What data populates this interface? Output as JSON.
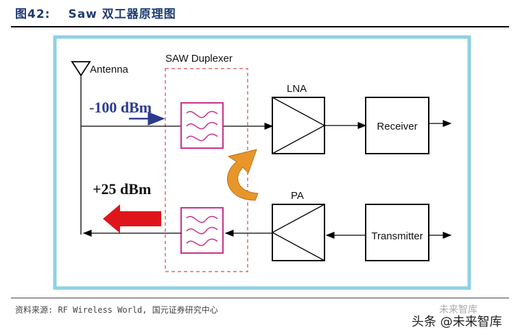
{
  "header": {
    "figure_number": "图42:",
    "title": "Saw 双工器原理图"
  },
  "diagram": {
    "antenna_label": "Antenna",
    "duplexer_label": "SAW Duplexer",
    "lna_label": "LNA",
    "pa_label": "PA",
    "receiver_label": "Receiver",
    "transmitter_label": "Transmitter",
    "rx_power": "-100 dBm",
    "tx_power": "+25 dBm",
    "colors": {
      "frame": "#8ed1e3",
      "filter": "#c8318a",
      "rx_text": "#2b3a8f",
      "tx_arrow": "#e0141b",
      "leak_arrow": "#e8962a"
    }
  },
  "footer": {
    "source": "资料来源: RF Wireless World, 国元证券研究中心",
    "watermark_top": "未来智库",
    "watermark": "头条 @未来智库"
  }
}
